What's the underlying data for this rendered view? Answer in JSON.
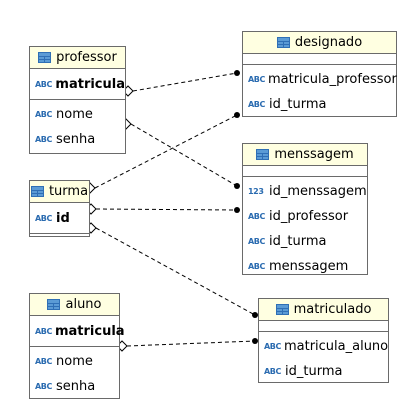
{
  "tables": {
    "professor": {
      "name": "professor",
      "pk": [
        {
          "type": "ABC",
          "col": "matricula"
        }
      ],
      "cols": [
        {
          "type": "ABC",
          "col": "nome"
        },
        {
          "type": "ABC",
          "col": "senha"
        }
      ]
    },
    "designado": {
      "name": "designado",
      "cols": [
        {
          "type": "ABC",
          "col": "matricula_professor"
        },
        {
          "type": "ABC",
          "col": "id_turma"
        }
      ]
    },
    "menssagem": {
      "name": "menssagem",
      "cols": [
        {
          "type": "123",
          "col": "id_menssagem"
        },
        {
          "type": "ABC",
          "col": "id_professor"
        },
        {
          "type": "ABC",
          "col": "id_turma"
        },
        {
          "type": "ABC",
          "col": "menssagem"
        }
      ]
    },
    "turma": {
      "name": "turma",
      "pk": [
        {
          "type": "ABC",
          "col": "id"
        }
      ]
    },
    "aluno": {
      "name": "aluno",
      "pk": [
        {
          "type": "ABC",
          "col": "matricula"
        }
      ],
      "cols": [
        {
          "type": "ABC",
          "col": "nome"
        },
        {
          "type": "ABC",
          "col": "senha"
        }
      ]
    },
    "matriculado": {
      "name": "matriculado",
      "cols": [
        {
          "type": "ABC",
          "col": "matricula_aluno"
        },
        {
          "type": "ABC",
          "col": "id_turma"
        }
      ]
    }
  },
  "relationships": [
    {
      "from": "professor.matricula",
      "to": "designado.matricula_professor"
    },
    {
      "from": "professor.senha",
      "to": "menssagem.id_menssagem"
    },
    {
      "from": "turma",
      "to": "designado.id_turma"
    },
    {
      "from": "turma.id",
      "to": "menssagem.id_professor"
    },
    {
      "from": "turma",
      "to": "matriculado"
    },
    {
      "from": "aluno.nome",
      "to": "matriculado.matricula_aluno"
    }
  ],
  "colors": {
    "header_bg": "#ffffe1",
    "border": "#6a6a6a",
    "icon": "#2f6fb5"
  }
}
